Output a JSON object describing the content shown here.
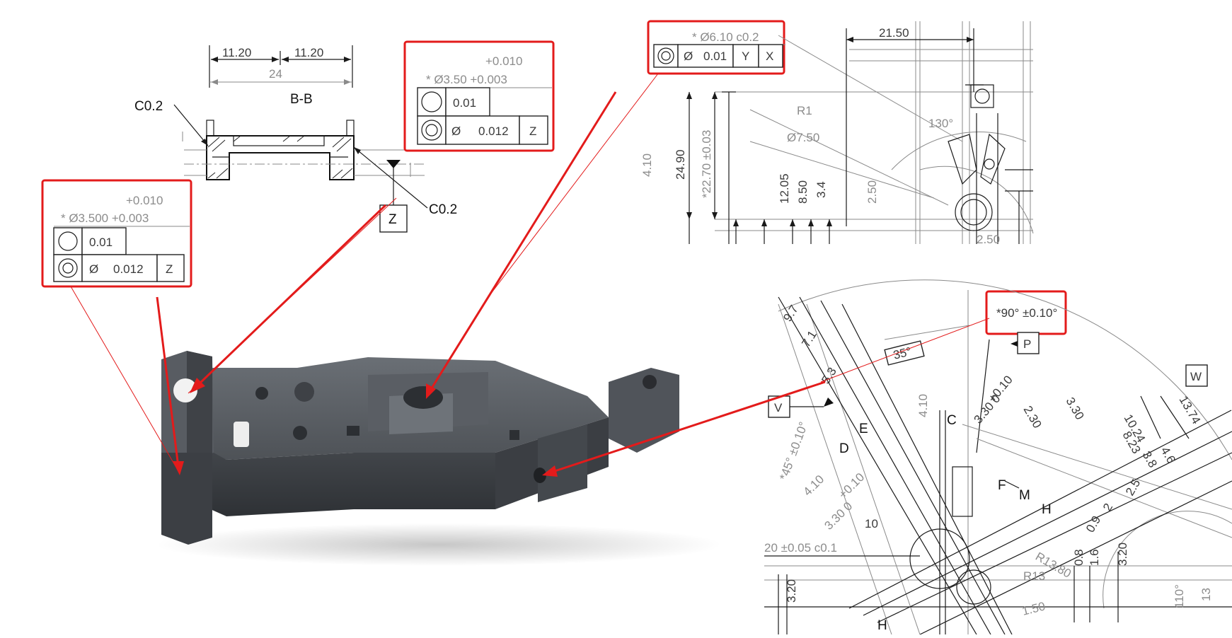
{
  "section_bb": {
    "title": "B-B",
    "dim_left": "11.20",
    "dim_right": "11.20",
    "dim_total": "24",
    "chamfer_left": "C0.2",
    "chamfer_right": "C0.2",
    "datum": "Z"
  },
  "callout_top_center": {
    "tol_plus": "+0.010",
    "tol_nominal": "* Ø3.50 +0.003",
    "circularity": "0.01",
    "concentricity_dia": "Ø",
    "concentricity_value": "0.012",
    "concentricity_datum": "Z"
  },
  "callout_left": {
    "tol_plus": "+0.010",
    "tol_nominal": "* Ø3.500 +0.003",
    "circularity": "0.01",
    "concentricity_dia": "Ø",
    "concentricity_value": "0.012",
    "concentricity_datum": "Z"
  },
  "callout_top_right": {
    "header": "* Ø6.10  c0.2",
    "dia": "Ø",
    "value": "0.01",
    "datum1": "Y",
    "datum2": "X"
  },
  "drawing_top_right": {
    "dims": [
      "21.50",
      "R1",
      "130°",
      "Ø7.50",
      "24.90",
      "*22.70 ±0.03",
      "12.05",
      "8.50",
      "3.4",
      "2.50",
      "4.10",
      "2.50"
    ]
  },
  "callout_bottom_right": {
    "angle": "*90° ±0.10°",
    "datum_p": "P"
  },
  "drawing_bottom_right": {
    "dims": [
      "9.7",
      "7.1",
      "5.3",
      "35°",
      "V",
      "*45° ±0.10°",
      "E",
      "D",
      "4.10",
      "C",
      "3.30 0",
      "+0.10",
      "2.30",
      "3.30",
      "10.24",
      "8.23",
      "13.74",
      "3.8",
      "4.6",
      "2.5",
      "2",
      "0.9",
      "F",
      "M",
      "H",
      "10",
      "4.10",
      "+0.10",
      "3.30 0",
      "20 ±0.05 c0.1",
      "3.20",
      "H",
      "R13",
      "R13.80",
      "0.8",
      "1.6",
      "3.20",
      "1.50",
      "110°",
      "13",
      "W"
    ]
  },
  "colors": {
    "highlight": "#e31b1b",
    "part_body": "#4e5257",
    "part_dark": "#2b2e32",
    "part_light": "#70757b"
  }
}
